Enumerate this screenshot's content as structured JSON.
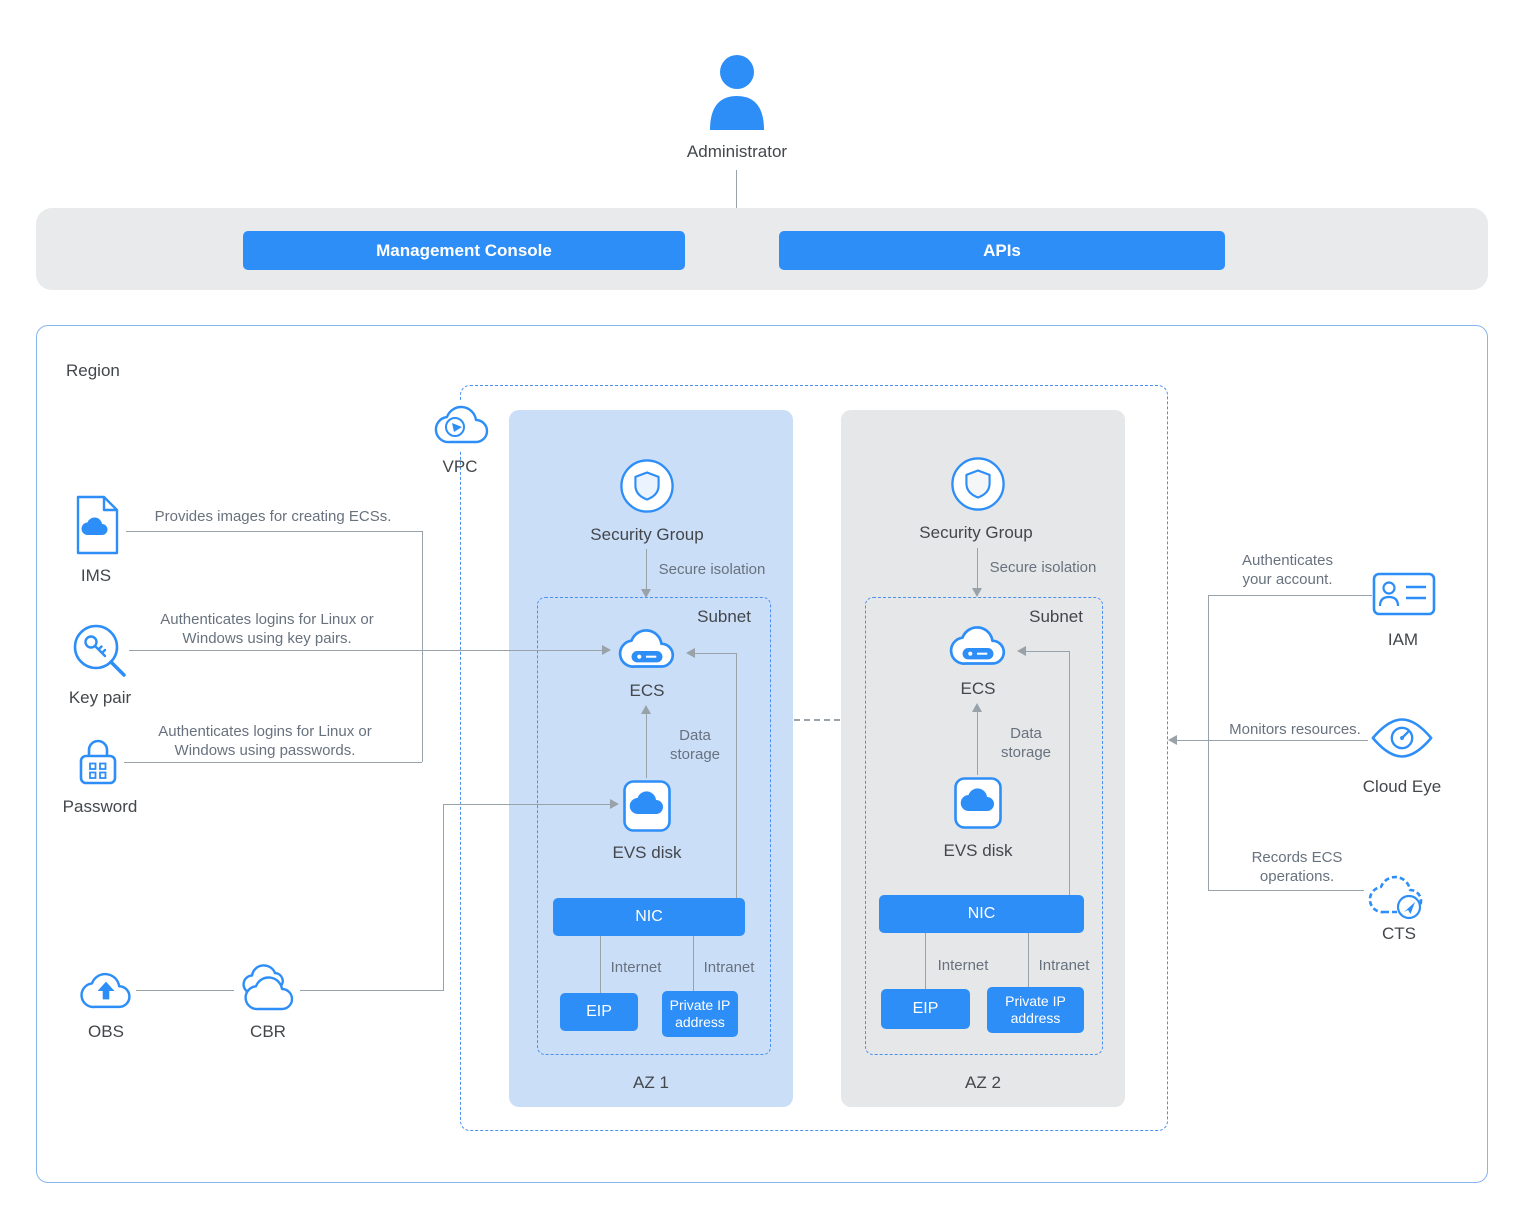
{
  "colors": {
    "accent": "#2e8ef7",
    "az1_bg": "#cbdef8",
    "az2_bg": "#e5e7e9",
    "console_bar_bg": "#e9eaec",
    "line": "#99a1a9"
  },
  "administrator": {
    "label": "Administrator"
  },
  "console": {
    "management_console": "Management Console",
    "apis": "APIs"
  },
  "region": {
    "label": "Region"
  },
  "vpc": {
    "label": "VPC"
  },
  "az1": {
    "security_group": "Security Group",
    "secure_isolation": "Secure isolation",
    "subnet": "Subnet",
    "ecs": "ECS",
    "data_storage": "Data storage",
    "evs_disk": "EVS disk",
    "nic": "NIC",
    "internet": "Internet",
    "intranet": "Intranet",
    "eip": "EIP",
    "private_ip": "Private IP address",
    "name": "AZ 1"
  },
  "az2": {
    "security_group": "Security Group",
    "secure_isolation": "Secure isolation",
    "subnet": "Subnet",
    "ecs": "ECS",
    "data_storage": "Data storage",
    "evs_disk": "EVS disk",
    "nic": "NIC",
    "internet": "Internet",
    "intranet": "Intranet",
    "eip": "EIP",
    "private_ip": "Private IP address",
    "name": "AZ 2"
  },
  "left_services": {
    "ims": {
      "label": "IMS",
      "note": "Provides images for creating ECSs."
    },
    "key_pair": {
      "label": "Key pair",
      "note": "Authenticates logins for Linux or Windows using key pairs."
    },
    "password": {
      "label": "Password",
      "note": "Authenticates logins for Linux or Windows using passwords."
    },
    "obs": {
      "label": "OBS"
    },
    "cbr": {
      "label": "CBR"
    }
  },
  "right_services": {
    "iam": {
      "label": "IAM",
      "note": "Authenticates your account."
    },
    "cloud_eye": {
      "label": "Cloud Eye",
      "note": "Monitors resources."
    },
    "cts": {
      "label": "CTS",
      "note": "Records ECS operations."
    }
  }
}
